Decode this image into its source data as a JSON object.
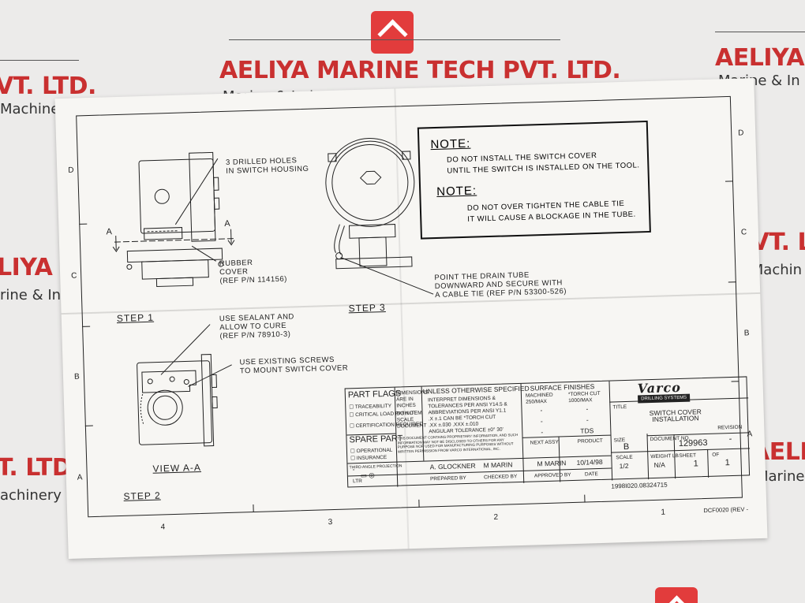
{
  "watermark": {
    "company": "AELIYA MARINE TECH PVT. LTD.",
    "tagline": "Marine & Industrial Automation & Machinery",
    "left_fragment_1": "VT. LTD.",
    "left_fragment_2": "Machinery",
    "left_fragment_3": "LIYA M",
    "left_fragment_4": "rine & In",
    "left_fragment_5": "T. LTD",
    "left_fragment_6": "achinery",
    "right_fragment_1": "AELIYA M",
    "right_fragment_2": "Marine & In",
    "right_fragment_3": "PVT. LT",
    "right_fragment_4": "& Machin",
    "right_fragment_5": "AELIY",
    "right_fragment_6": "Marine"
  },
  "drawing": {
    "zones": {
      "d": "D",
      "c": "C",
      "b": "B",
      "a": "A",
      "n4": "4",
      "n3": "3",
      "n2": "2",
      "n1": "1"
    },
    "step1": "STEP 1",
    "step2": "STEP 2",
    "step3": "STEP 3",
    "view_aa": "VIEW A-A",
    "section_a": "A",
    "callout_holes_1": "3 DRILLED HOLES",
    "callout_holes_2": "IN SWITCH HOUSING",
    "callout_rubber_1": "RUBBER",
    "callout_rubber_2": "COVER",
    "callout_rubber_3": "(REF P/N 114156)",
    "callout_sealant_1": "USE SEALANT AND",
    "callout_sealant_2": "ALLOW TO CURE",
    "callout_sealant_3": "(REF P/N 78910-3)",
    "callout_screws_1": "USE EXISTING SCREWS",
    "callout_screws_2": "TO MOUNT SWITCH COVER",
    "callout_drain_1": "POINT THE DRAIN TUBE",
    "callout_drain_2": "DOWNWARD AND SECURE WITH",
    "callout_drain_3": "A CABLE TIE (REF P/N 53300-526)"
  },
  "notes": {
    "heading1": "NOTE:",
    "note1_line1": "DO NOT INSTALL THE SWITCH COVER",
    "note1_line2": "UNTIL THE SWITCH IS INSTALLED ON THE TOOL.",
    "heading2": "NOTE:",
    "note2_line1": "DO NOT OVER TIGHTEN THE CABLE TIE",
    "note2_line2": "IT WILL CAUSE A BLOCKAGE IN THE TUBE."
  },
  "title_block": {
    "part_flags": "PART FLAGS",
    "flag1": "TRACEABILITY",
    "flag2": "CRITICAL LOAD PATH ITEM",
    "flag3": "CERTIFICATION REQUIRED",
    "spare_part": "SPARE PART",
    "spare1": "OPERATIONAL",
    "spare2": "INSURANCE",
    "third_angle": "THIRD ANGLE PROJECTION",
    "dims1": "DIMENSIONS ARE IN INCHES",
    "dims2": "DO NOT SCALE DOCUMENT",
    "unless": "UNLESS OTHERWISE SPECIFIED",
    "interp1": "INTERPRET DIMENSIONS &",
    "interp2": "TOLERANCES PER ANSI Y14.5 &",
    "interp3": "ABBREVIATIONS PER ANSI Y1.1",
    "tol1": ".X ±.1 CAN BE *TORCH CUT",
    "tol2": ".XX ±.030  .XXX ±.010",
    "tol3": "ANGULAR TOLERANCE ±0° 30'",
    "proprietary": "THIS DOCUMENT CONTAINS PROPRIETARY INFORMATION, AND SUCH INFORMATION MAY NOT BE DISCLOSED TO OTHERS FOR ANY PURPOSE NOR USED FOR MANUFACTURING PURPOSES WITHOUT WRITTEN PERMISSION FROM VARCO INTERNATIONAL, INC.",
    "surface": "SURFACE FINISHES",
    "machined": "MACHINED 250/MAX",
    "torch": "*TORCH CUT 1000/MAX",
    "dash": "-",
    "tds": "TDS",
    "next_assy": "NEXT ASSY",
    "product": "PRODUCT",
    "ltr": "LTR",
    "rev_dash": "-",
    "prepared_name": "A. GLOCKNER",
    "checked_name": "M MARIN",
    "approved_name": "M MARIN",
    "date_val": "10/14/98",
    "prepared_by": "PREPARED BY",
    "checked_by": "CHECKED BY",
    "approved_by": "APPROVED BY",
    "date": "DATE",
    "brand": "Varco",
    "brand_sub": "DRILLING SYSTEMS",
    "title_label": "TITLE",
    "title1": "SWITCH COVER",
    "title2": "INSTALLATION",
    "size_label": "SIZE",
    "size_val": "B",
    "docno_label": "DOCUMENT NO.",
    "docno_val": "129963",
    "revision_label": "REVISION",
    "revision_val": "-",
    "scale_label": "SCALE",
    "scale_val": "1/2",
    "weight_label": "WEIGHT LB",
    "weight_val": "N/A",
    "sheet_label": "SHEET",
    "sheet_val": "1",
    "of_label": "OF",
    "of_val": "1",
    "footer_code": "1998I020.08324715",
    "dcf": "DCF0020 (REV -"
  },
  "colors": {
    "brand_red": "#c93030",
    "logo_red": "#e23c3c",
    "paper": "#f7f6f3",
    "ink": "#222222"
  }
}
